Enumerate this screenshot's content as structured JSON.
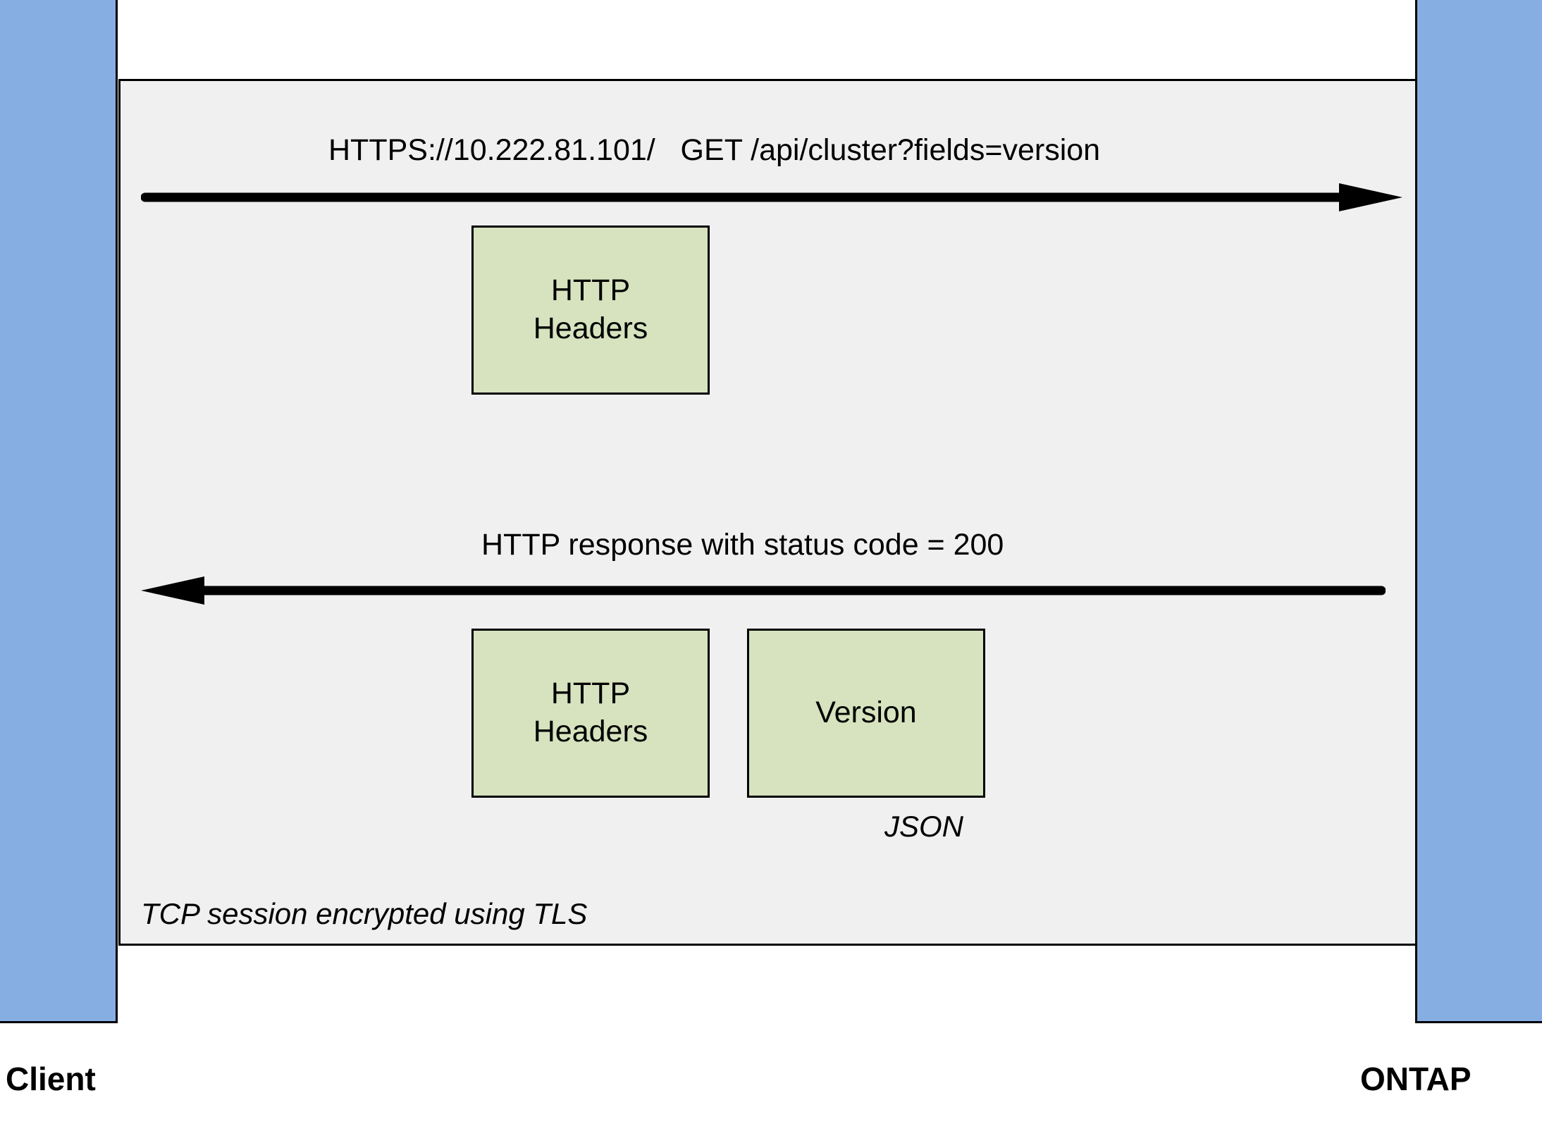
{
  "diagram": {
    "actors": {
      "left": {
        "name": "Client",
        "color": "#87AEE3"
      },
      "right": {
        "name": "ONTAP",
        "color": "#87AEE3"
      }
    },
    "session": {
      "panel_color": "#F0F0F0",
      "annotation": "TCP session encrypted using TLS"
    },
    "request": {
      "label": "HTTPS://10.222.81.101/   GET /api/cluster?fields=version",
      "arrow_direction": "right",
      "payloads": [
        {
          "line1": "HTTP",
          "line2": "Headers",
          "color": "#D6E3BE"
        }
      ]
    },
    "response": {
      "label": "HTTP response with status code = 200",
      "arrow_direction": "left",
      "payloads": [
        {
          "line1": "HTTP",
          "line2": "Headers",
          "color": "#D6E3BE"
        },
        {
          "line1": "Version",
          "line2": "",
          "color": "#D6E3BE"
        }
      ],
      "format_annotation": "JSON"
    }
  }
}
